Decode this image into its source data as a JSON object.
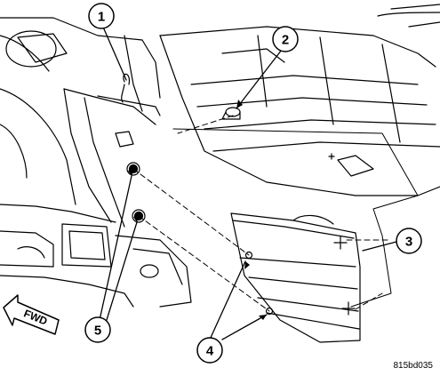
{
  "callouts": {
    "c1": "1",
    "c2": "2",
    "c3": "3",
    "c4": "4",
    "c5": "5"
  },
  "direction_label": "FWD",
  "figure_id": "815bd035"
}
